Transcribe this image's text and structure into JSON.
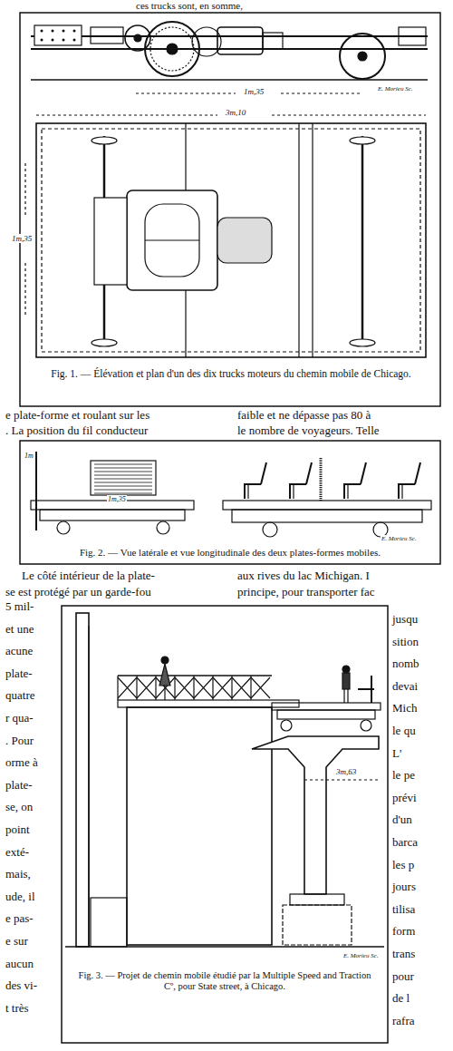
{
  "diagram": {
    "labels": [
      "ces trucks sont, en somme,",
      "E. Morieu Sc.",
      "1m,35",
      "3m,10",
      "1m,35",
      "Fig. 1. — Élévation et plan d'un des dix trucks moteurs du chemin mobile de Chicago.",
      "e plate-forme et roulant sur les",
      ". La position du fil conducteur",
      "faible et ne dépasse pas 80 à",
      "le nombre de voyageurs. Telle",
      "1m",
      "1m,35",
      "E. Morieu Sc.",
      "Fig. 2. — Vue latérale et vue longitudinale des deux plates-formes mobiles.",
      "Le côté intérieur de la plate-",
      "se est protégé par un garde-fou",
      "aux rives du lac Michigan. I",
      "principe, pour transporter fac",
      "5 mil-",
      "et une",
      "acune",
      "plate-",
      "quatre",
      "r qua-",
      ". Pour",
      "orme à",
      "plate-",
      "se, on",
      "point",
      "exté-",
      "mais,",
      "ude, il",
      "e pas-",
      "e sur",
      "aucun",
      "des vi-",
      "t très",
      "jusqu",
      "sition",
      "nomb",
      "devai",
      "Mich",
      "le qu",
      "L'",
      "le pe",
      "prévi",
      "d'un",
      "barca",
      "les p",
      "jours",
      "tilisa",
      "form",
      "trans",
      "pour",
      "de l",
      "rafra",
      "3m,63",
      "E. Morieu Sc.",
      "Fig. 3. — Projet de chemin mobile étudié par la Multiple Speed and Traction Cº, pour State street, à Chicago."
    ]
  }
}
